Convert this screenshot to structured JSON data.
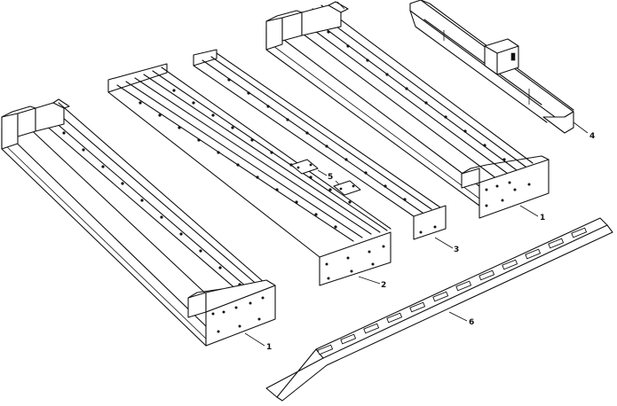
{
  "callouts": [
    {
      "id": "frame-left",
      "label": "1"
    },
    {
      "id": "frame-right",
      "label": "1"
    },
    {
      "id": "crossmember-rail",
      "label": "2"
    },
    {
      "id": "center-rail",
      "label": "3"
    },
    {
      "id": "side-beam",
      "label": "4"
    },
    {
      "id": "splice-plates",
      "label": "5"
    },
    {
      "id": "bent-strip",
      "label": "6"
    }
  ]
}
